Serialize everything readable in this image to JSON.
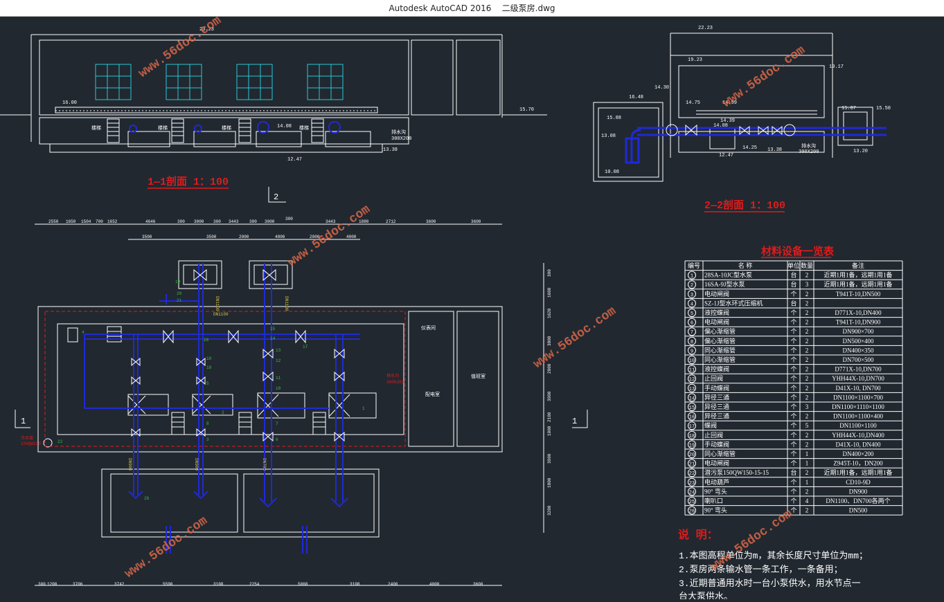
{
  "window": {
    "app_title": "Autodesk AutoCAD 2016",
    "file_name": "二级泵房.dwg"
  },
  "section1": {
    "title": "1—1剖面 1：100",
    "marker": "2",
    "elevations": [
      "23.23",
      "16.00",
      "14.08",
      "15.70",
      "13.38",
      "12.47"
    ],
    "labels": [
      "排水沟",
      "300X200",
      "楼梯",
      "楼梯",
      "楼梯",
      "楼梯"
    ]
  },
  "section2": {
    "title": "2—2剖面 1：100",
    "elevations": [
      "22.23",
      "19.23",
      "19.17",
      "16.48",
      "15.88",
      "14.30",
      "14.75",
      "14.99",
      "14.39",
      "15.07",
      "15.50",
      "14.08",
      "13.08",
      "10.08",
      "12.47",
      "14.25",
      "13.38",
      "13.20"
    ],
    "labels": [
      "排水沟",
      "300X200"
    ]
  },
  "plan": {
    "top_dims": [
      "2550",
      "1650",
      "1504",
      "700",
      "1652",
      "4646",
      "300",
      "3000",
      "300",
      "3443",
      "300",
      "3000",
      "300",
      "3443",
      "1880",
      "2712",
      "3600",
      "3600"
    ],
    "inner_dims": [
      "3500",
      "3500",
      "2000",
      "4000",
      "2000",
      "4000"
    ],
    "bottom_dims": [
      "300",
      "1200",
      "3706",
      "3742",
      "5590",
      "3108",
      "2254",
      "5068",
      "3108",
      "2400",
      "4000",
      "3600"
    ],
    "right_dims": [
      "300",
      "1600",
      "1620",
      "3800",
      "2800",
      "3900",
      "2100",
      "1000",
      "3900",
      "1800",
      "3200"
    ],
    "marker": "1",
    "room_labels": [
      "仪表间",
      "配电室",
      "值班室"
    ],
    "pipe_labels": [
      "DN1100",
      "DN1100",
      "DN1100",
      "DN900",
      "DN900",
      "DN700"
    ],
    "red_notes": [
      "排水沟",
      "300X200",
      "污水泵",
      "150QW150"
    ]
  },
  "equipment_table": {
    "title": "材料设备一览表",
    "headers": [
      "编号",
      "名 称",
      "单位",
      "数量",
      "备注"
    ],
    "rows": [
      {
        "no": "1",
        "name": "28SA-10JC型水泵",
        "unit": "台",
        "qty": "2",
        "note": "近期1用1备，远期1用1备"
      },
      {
        "no": "2",
        "name": "16SA-9J型水泵",
        "unit": "台",
        "qty": "3",
        "note": "近期1用1备，远期1用1备"
      },
      {
        "no": "3",
        "name": "电动闸阀",
        "unit": "个",
        "qty": "2",
        "note": "T941T-10,DN500"
      },
      {
        "no": "4",
        "name": "SZ-1J型水环式压缩机",
        "unit": "台",
        "qty": "2",
        "note": ""
      },
      {
        "no": "5",
        "name": "液控蝶阀",
        "unit": "个",
        "qty": "2",
        "note": "D771X-10,DN400"
      },
      {
        "no": "6",
        "name": "电动闸阀",
        "unit": "个",
        "qty": "2",
        "note": "T941T-10,DN900"
      },
      {
        "no": "7",
        "name": "偏心渐缩管",
        "unit": "个",
        "qty": "2",
        "note": "DN900×700"
      },
      {
        "no": "8",
        "name": "偏心渐缩管",
        "unit": "个",
        "qty": "2",
        "note": "DN500×400"
      },
      {
        "no": "9",
        "name": "同心渐缩管",
        "unit": "个",
        "qty": "2",
        "note": "DN400×350"
      },
      {
        "no": "10",
        "name": "同心渐缩管",
        "unit": "个",
        "qty": "2",
        "note": "DN700×500"
      },
      {
        "no": "11",
        "name": "液控蝶阀",
        "unit": "个",
        "qty": "2",
        "note": "D771X-10,DN700"
      },
      {
        "no": "12",
        "name": "止回阀",
        "unit": "个",
        "qty": "2",
        "note": "YHH44X-10,DN700"
      },
      {
        "no": "13",
        "name": "手动蝶阀",
        "unit": "个",
        "qty": "2",
        "note": "D41X-10, DN700"
      },
      {
        "no": "14",
        "name": "异径三通",
        "unit": "个",
        "qty": "2",
        "note": "DN1100×1100×700"
      },
      {
        "no": "15",
        "name": "异径三通",
        "unit": "个",
        "qty": "3",
        "note": "DN1100×1110×1100"
      },
      {
        "no": "16",
        "name": "异径三通",
        "unit": "个",
        "qty": "2",
        "note": "DN1100×1100×400"
      },
      {
        "no": "17",
        "name": "蝶阀",
        "unit": "个",
        "qty": "5",
        "note": "DN1100×1100"
      },
      {
        "no": "18",
        "name": "止回阀",
        "unit": "个",
        "qty": "2",
        "note": "YHH44X-10,DN400"
      },
      {
        "no": "19",
        "name": "手动蝶阀",
        "unit": "个",
        "qty": "2",
        "note": "D41X-10, DN400"
      },
      {
        "no": "20",
        "name": "同心渐缩管",
        "unit": "个",
        "qty": "1",
        "note": "DN400×200"
      },
      {
        "no": "21",
        "name": "电动闸阀",
        "unit": "个",
        "qty": "1",
        "note": "Z945T-10，DN200"
      },
      {
        "no": "22",
        "name": "潜污泵150QW150-15-15",
        "unit": "台",
        "qty": "2",
        "note": "近期1用1备，远期1用1备"
      },
      {
        "no": "23",
        "name": "电动葫芦",
        "unit": "个",
        "qty": "1",
        "note": "CD10-9D"
      },
      {
        "no": "24",
        "name": "90° 弯头",
        "unit": "个",
        "qty": "2",
        "note": "DN900"
      },
      {
        "no": "25",
        "name": "喇叭口",
        "unit": "个",
        "qty": "4",
        "note": "DN1100、DN700各两个"
      },
      {
        "no": "26",
        "name": "90° 弯头",
        "unit": "个",
        "qty": "2",
        "note": "DN500"
      }
    ]
  },
  "notes": {
    "title": "说 明：",
    "lines": [
      "1.本图高程单位为m，其余长度尺寸单位为mm；",
      "2.泵房两条输水管一条工作，一条备用；",
      "3.近期普通用水时一台小泵供水，用水节点一",
      "台大泵供水。"
    ]
  },
  "watermark": "www.56doc.com",
  "colors": {
    "background": "#212830",
    "line": "#ffffff",
    "pipe": "#1f2ad6",
    "title_red": "#e11b1b",
    "cyan": "#27c9d6",
    "green": "#3fbf3f",
    "yellow": "#d9c53a"
  }
}
